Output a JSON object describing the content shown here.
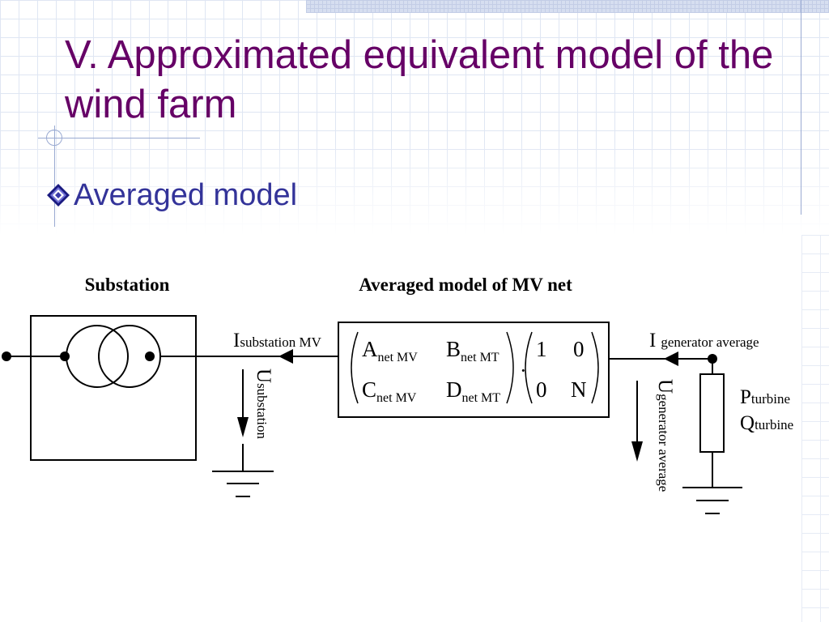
{
  "slide": {
    "title": "V. Approximated equivalent model of the wind farm",
    "bullet": "Averaged model"
  },
  "colors": {
    "title": "#660066",
    "bullet_text": "#333399",
    "grid": "#dfe6f3"
  },
  "icons": {
    "bullet": "diamond-bullet-icon"
  },
  "diagram": {
    "substation_label": "Substation",
    "net_label": "Averaged model of MV net",
    "i_sub": {
      "main": "I",
      "sub": "substation MV"
    },
    "u_sub": {
      "main": "U",
      "sub": "substation"
    },
    "matrix": {
      "a": {
        "main": "A",
        "sub": "net MV"
      },
      "b": {
        "main": "B",
        "sub": "net MT"
      },
      "c": {
        "main": "C",
        "sub": "net MV"
      },
      "d": {
        "main": "D",
        "sub": "net MT"
      },
      "dot": "·",
      "m11": "1",
      "m12": "0",
      "m21": "0",
      "m22": "N"
    },
    "i_gen": {
      "main": "I",
      "sub": "generator average"
    },
    "u_gen": {
      "main": "U",
      "sub": "generator average"
    },
    "p_turb": {
      "main": "P",
      "sub": "turbine"
    },
    "q_turb": {
      "main": "Q",
      "sub": "turbine"
    }
  }
}
